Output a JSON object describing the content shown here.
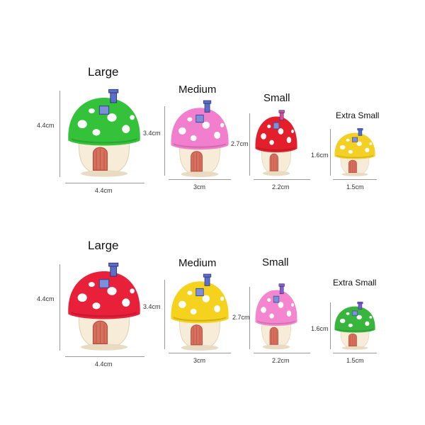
{
  "rows": [
    {
      "items": [
        {
          "label": "Large",
          "height": "4.4cm",
          "width": "4.4cm",
          "cap_color": "#34c23a",
          "spot_color": "#ffffff",
          "chimney_color": "#5b6ec9"
        },
        {
          "label": "Medium",
          "height": "3.4cm",
          "width": "3cm",
          "cap_color": "#f27fcd",
          "spot_color": "#ffffff",
          "chimney_color": "#5b6ec9"
        },
        {
          "label": "Small",
          "height": "2.7cm",
          "width": "2.2cm",
          "cap_color": "#e21f2a",
          "spot_color": "#ffffff",
          "chimney_color": "#d84a9a"
        },
        {
          "label": "Extra Small",
          "height": "1.6cm",
          "width": "1.5cm",
          "cap_color": "#f3d023",
          "spot_color": "#ffffff",
          "chimney_color": "#4f6fd6"
        }
      ]
    },
    {
      "items": [
        {
          "label": "Large",
          "height": "4.4cm",
          "width": "4.4cm",
          "cap_color": "#e8203a",
          "spot_color": "#ffffff",
          "chimney_color": "#5b6ec9"
        },
        {
          "label": "Medium",
          "height": "3.4cm",
          "width": "3cm",
          "cap_color": "#f5d21e",
          "spot_color": "#ffffff",
          "chimney_color": "#5b6ec9"
        },
        {
          "label": "Small",
          "height": "2.7cm",
          "width": "2.2cm",
          "cap_color": "#f386cf",
          "spot_color": "#ffffff",
          "chimney_color": "#8a5bd0"
        },
        {
          "label": "Extra Small",
          "height": "1.6cm",
          "width": "1.5cm",
          "cap_color": "#37b53c",
          "spot_color": "#ffffff",
          "chimney_color": "#7d5bd0"
        }
      ]
    }
  ],
  "icons": {
    "mushroom": "mushroom-house-icon"
  }
}
